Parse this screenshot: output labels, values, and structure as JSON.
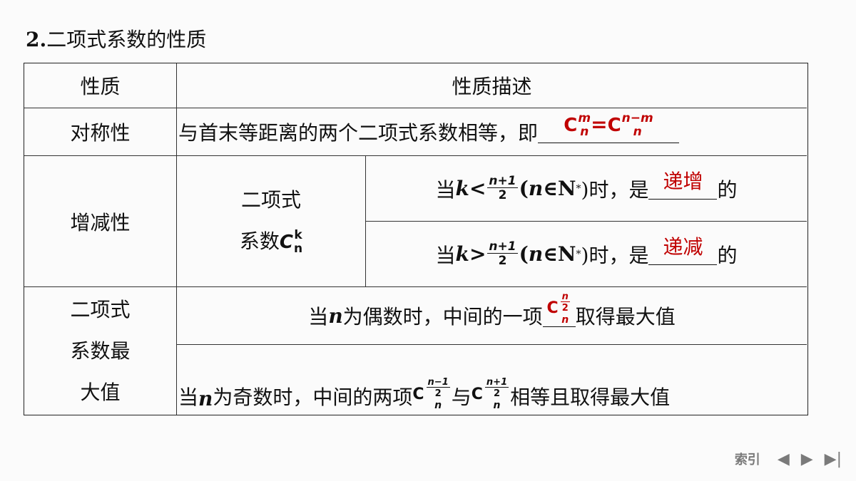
{
  "heading": {
    "number": "2.",
    "title": "二项式系数的性质"
  },
  "table": {
    "header": {
      "col1": "性质",
      "col2": "性质描述"
    },
    "symmetry": {
      "label": "对称性",
      "text": "与首末等距离的两个二项式系数相等，即",
      "answer": {
        "C": "C",
        "m": "m",
        "n": "n",
        "eq": "=",
        "nm": "n−m"
      }
    },
    "monotonic": {
      "label": "增减性",
      "sub_label_line1": "二项式",
      "sub_label_line2": "系数",
      "sub_label_C": "C",
      "sub_label_k": "k",
      "sub_label_n": "n",
      "row1": {
        "prefix": "当",
        "k": "k",
        "op": "<",
        "frac_num": "n+1",
        "frac_den": "2",
        "cond": "(",
        "n": "n",
        "in": "∈N",
        "star": "*",
        "suffix": ")时，是",
        "answer": "递增",
        "end": "的"
      },
      "row2": {
        "prefix": "当",
        "k": "k",
        "op": ">",
        "frac_num": "n+1",
        "frac_den": "2",
        "cond": "(",
        "n": "n",
        "in": "∈N",
        "star": "*",
        "suffix": ")时，是",
        "answer": "递减",
        "end": "的"
      }
    },
    "maximum": {
      "label_line1": "二项式",
      "label_line2": "系数最",
      "label_line3": "大值",
      "even": {
        "prefix": "当",
        "n": "n",
        "text1": "为偶数时，中间的一项",
        "C": "C",
        "sup_num": "n",
        "sup_den": "2",
        "sub": "n",
        "text2": "取得最大值"
      },
      "odd": {
        "prefix": "当",
        "n": "n",
        "text1": "为奇数时，中间的两项",
        "C": "C",
        "first_sup_num": "n−1",
        "first_sup_den": "2",
        "mid": "与",
        "second_sup_num": "n+1",
        "second_sup_den": "2",
        "sub": "n",
        "text2": "相等且取得最大值"
      }
    }
  },
  "nav": {
    "index_label": "索引",
    "prev_icon": "◀",
    "next_icon": "▶",
    "last_icon": "▶|"
  },
  "colors": {
    "answer": "#c00000",
    "nav": "#7a7a7a"
  }
}
